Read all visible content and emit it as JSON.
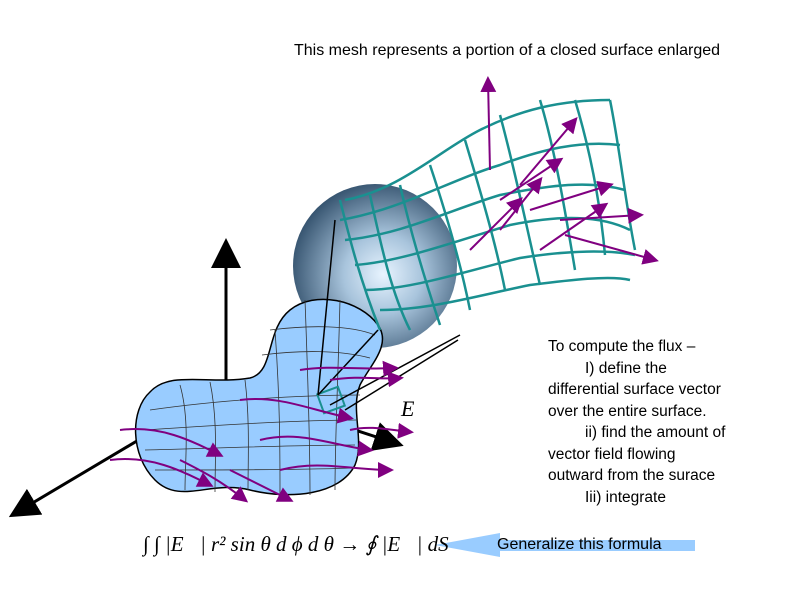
{
  "caption": "This mesh represents a portion of a closed surface enlarged",
  "steps": {
    "intro": "To compute the flux –",
    "step1a": "I) define the",
    "step1b": "differential surface vector",
    "step1c": "over the entire surface.",
    "step2a": "ii) find the amount of",
    "step2b": "vector field flowing",
    "step2c": "outward from the surace",
    "step3": "Iii) integrate"
  },
  "field_label": "E⃗",
  "formula": "∫ ∫ |E⃗| r² sin θ d ϕ d θ → ∮ |E⃗| dS",
  "generalize_label": "Generalize this formula",
  "colors": {
    "blob": "#99ccff",
    "mesh": "#1a9090",
    "field": "#800080",
    "arrow": "#99ccff"
  }
}
